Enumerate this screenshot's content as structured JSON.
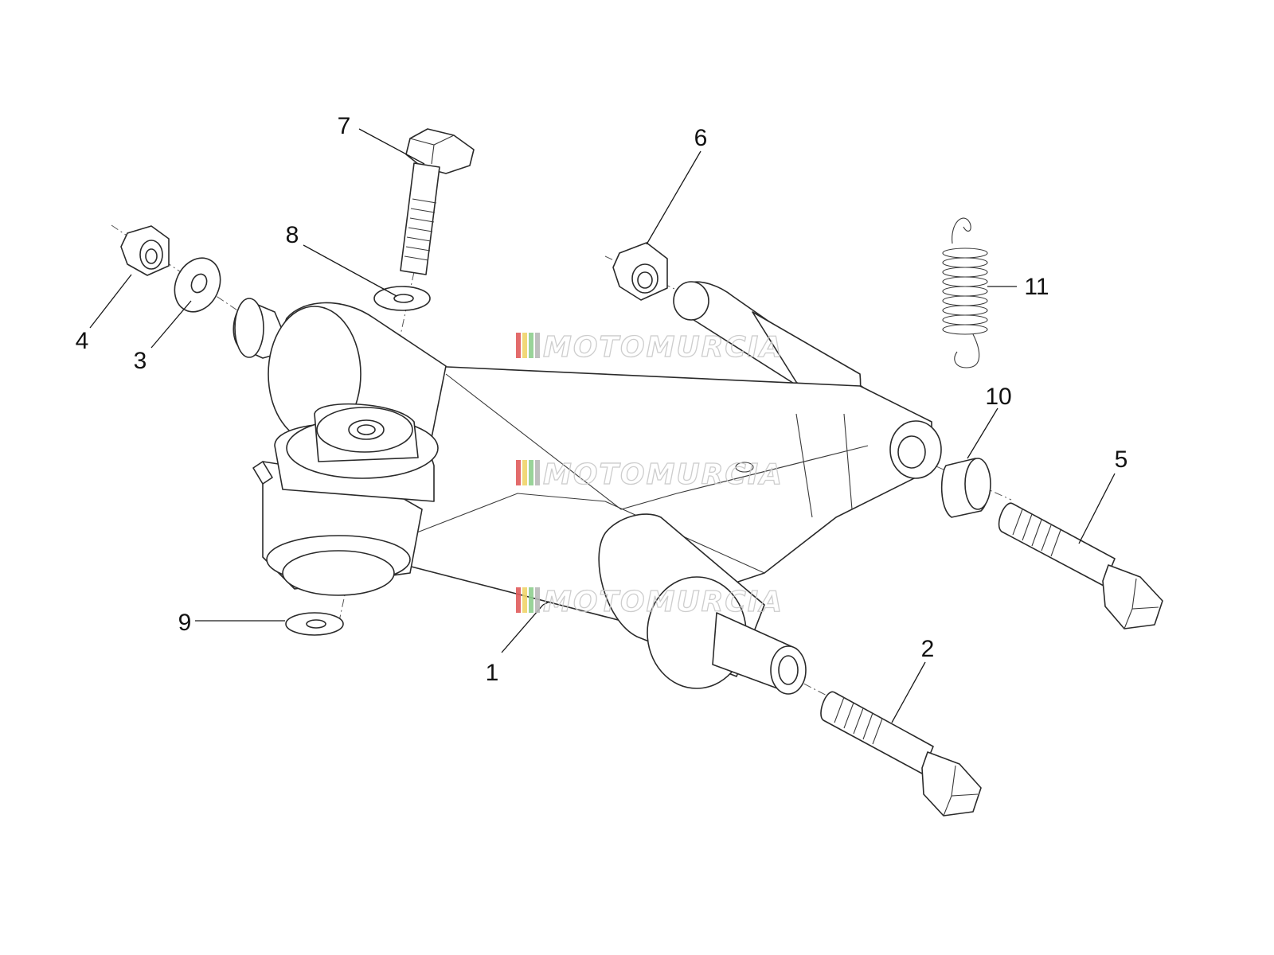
{
  "callouts": [
    {
      "id": "1",
      "label": "1"
    },
    {
      "id": "2",
      "label": "2"
    },
    {
      "id": "3",
      "label": "3"
    },
    {
      "id": "4",
      "label": "4"
    },
    {
      "id": "5",
      "label": "5"
    },
    {
      "id": "6",
      "label": "6"
    },
    {
      "id": "7",
      "label": "7"
    },
    {
      "id": "8",
      "label": "8"
    },
    {
      "id": "9",
      "label": "9"
    },
    {
      "id": "10",
      "label": "10"
    },
    {
      "id": "11",
      "label": "11"
    }
  ],
  "watermark": {
    "text": "MOTOMURCIA",
    "stripe_colors": [
      "#e15b5b",
      "#f0d46a",
      "#8fcf8f",
      "#b9b9b9"
    ]
  }
}
